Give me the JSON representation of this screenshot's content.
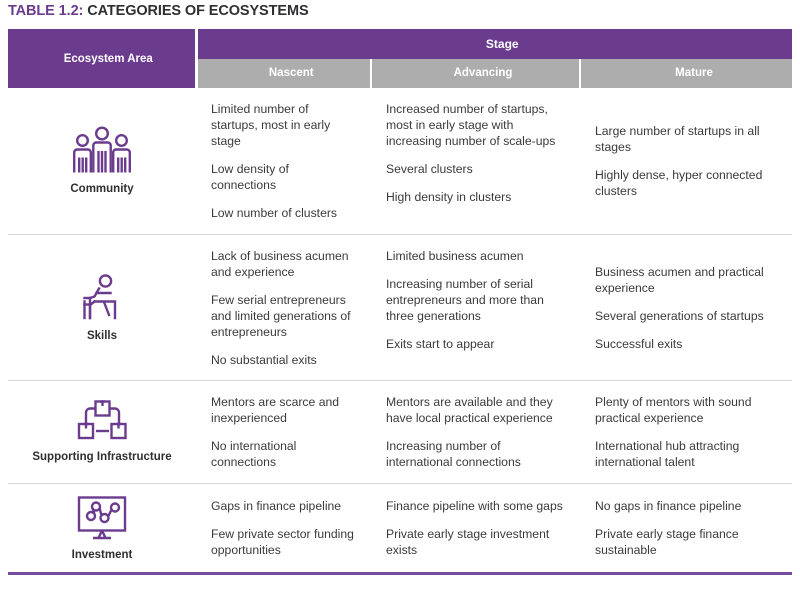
{
  "title": {
    "number": "TABLE 1.2:",
    "text": " CATEGORIES OF ECOSYSTEMS"
  },
  "colors": {
    "purple": "#6b3b8e",
    "gray_header": "#adadad",
    "body_text": "#3a3a3c",
    "rule": "#d6d6d6",
    "bottom_rule": "#7a4a9b"
  },
  "header": {
    "area_label": "Ecosystem Area",
    "stage_label": "Stage",
    "stages": [
      "Nascent",
      "Advancing",
      "Mature"
    ]
  },
  "rows": [
    {
      "area": "Community",
      "icon": "three-people-icon",
      "nascent": [
        "Limited number of startups, most in early stage",
        "Low density of connections",
        "Low number of clusters"
      ],
      "advancing": [
        "Increased number of startups, most in early stage with increasing number of scale-ups",
        "Several clusters",
        "High density in clusters"
      ],
      "mature": [
        "Large number of startups in all stages",
        "Highly dense, hyper connected clusters"
      ]
    },
    {
      "area": "Skills",
      "icon": "person-at-desk-icon",
      "nascent": [
        "Lack of business acumen and experience",
        "Few serial entrepreneurs and limited generations of entrepreneurs",
        "No substantial exits"
      ],
      "advancing": [
        "Limited business acumen",
        "Increasing number of serial entrepreneurs and more than three generations",
        "Exits start to appear"
      ],
      "mature": [
        "Business acumen and practical experience",
        "Several generations of startups",
        "Successful exits"
      ]
    },
    {
      "area": "Supporting Infrastructure",
      "icon": "network-boxes-icon",
      "nascent": [
        "Mentors are scarce and inexperienced",
        "No international connections"
      ],
      "advancing": [
        "Mentors are available and they have local practical experience",
        "Increasing number of international connections"
      ],
      "mature": [
        "Plenty of mentors with sound practical experience",
        "International hub attracting international talent"
      ]
    },
    {
      "area": "Investment",
      "icon": "monitor-chart-icon",
      "nascent": [
        "Gaps in finance pipeline",
        "Few private sector funding opportunities"
      ],
      "advancing": [
        "Finance pipeline with some gaps",
        "Private early stage investment exists"
      ],
      "mature": [
        "No gaps in finance pipeline",
        "Private early stage finance sustainable"
      ]
    }
  ]
}
